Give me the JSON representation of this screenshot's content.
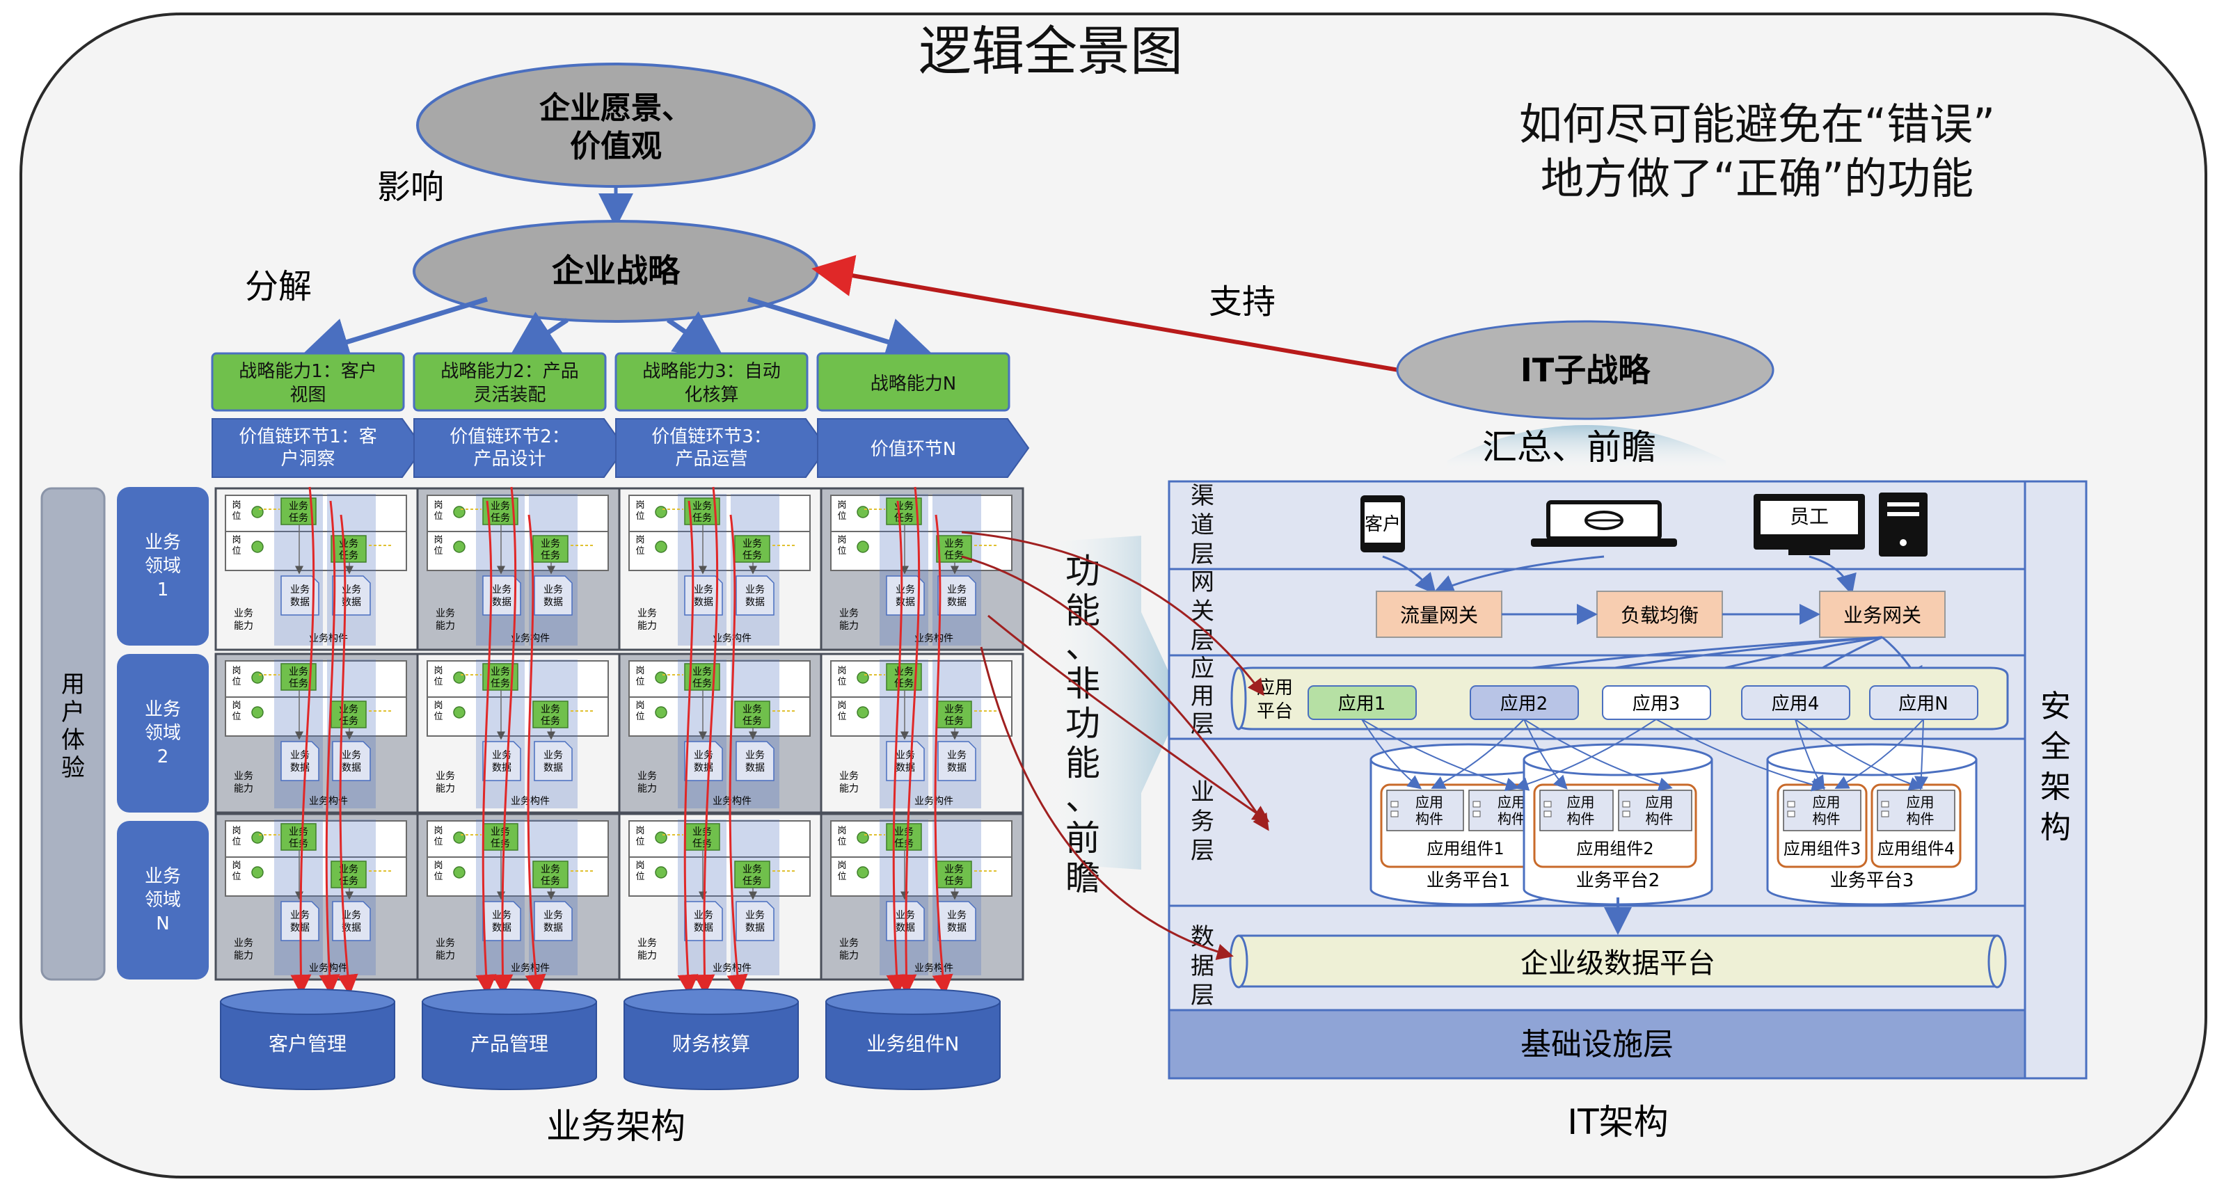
{
  "title": "逻辑全景图",
  "question": [
    "如何尽可能避免在“错误”",
    "地方做了“正确”的功能"
  ],
  "vision": [
    "企业愿景、",
    "价值观"
  ],
  "influence_label": "影响",
  "strategy": "企业战略",
  "decompose_label": "分解",
  "support_label": "支持",
  "it_strategy": "IT子战略",
  "summary_label": "汇总、前瞻",
  "function_label": [
    "功",
    "能",
    "、",
    "非",
    "功",
    "能",
    "、",
    "前",
    "瞻"
  ],
  "capabilities": [
    [
      "战略能力1：客户",
      "视图"
    ],
    [
      "战略能力2：产品",
      "灵活装配"
    ],
    [
      "战略能力3：自动",
      "化核算"
    ],
    [
      "战略能力N"
    ]
  ],
  "value_chain": [
    [
      "价值链环节1：客",
      "户洞察"
    ],
    [
      "价值链环节2：",
      "产品设计"
    ],
    [
      "价值链环节3：",
      "产品运营"
    ],
    [
      "价值环节N"
    ]
  ],
  "user_experience": [
    "用",
    "户",
    "体",
    "验"
  ],
  "domains": [
    [
      "业务",
      "领域",
      "1"
    ],
    [
      "业务",
      "领域",
      "2"
    ],
    [
      "业务",
      "领域",
      "N"
    ]
  ],
  "cell": {
    "position": [
      "岗",
      "位"
    ],
    "task": [
      "业务",
      "任务"
    ],
    "data": [
      "业务",
      "数据"
    ],
    "component": "业务构件",
    "capability": [
      "业务",
      "能力"
    ]
  },
  "databases": [
    "客户管理",
    "产品管理",
    "财务核算",
    "业务组件N"
  ],
  "business_arch_label": "业务架构",
  "it_arch_label": "IT架构",
  "layers": {
    "channel": [
      "渠",
      "道",
      "层"
    ],
    "gateway": [
      "网",
      "关",
      "层"
    ],
    "application": [
      "应",
      "用",
      "层"
    ],
    "business": [
      "业",
      "务",
      "层"
    ],
    "data": [
      "数",
      "据",
      "层"
    ]
  },
  "channel_items": {
    "customer": "客户",
    "employee": "员工"
  },
  "gateways": [
    "流量网关",
    "负载均衡",
    "业务网关"
  ],
  "app_platform_label": [
    "应用",
    "平台"
  ],
  "apps": [
    "应用1",
    "应用2",
    "应用3",
    "应用4",
    "应用N"
  ],
  "app_component": [
    "应用",
    "构件"
  ],
  "platforms": [
    {
      "groups": [
        "应用组件1"
      ],
      "name": "业务平台1"
    },
    {
      "groups": [
        "应用组件2"
      ],
      "name": "业务平台2"
    },
    {
      "groups": [
        "应用组件3",
        "应用组件4"
      ],
      "name": "业务平台3"
    }
  ],
  "data_platform": "企业级数据平台",
  "infrastructure": "基础设施层",
  "security": [
    "安",
    "全",
    "架",
    "构"
  ],
  "colors": {
    "blue": "#4a6fc0",
    "green": "#70c04c",
    "grey": "#b8bcc4",
    "orange_fill": "#f7cdb0",
    "red": "#e02828",
    "panel": "#dfe4f2"
  }
}
